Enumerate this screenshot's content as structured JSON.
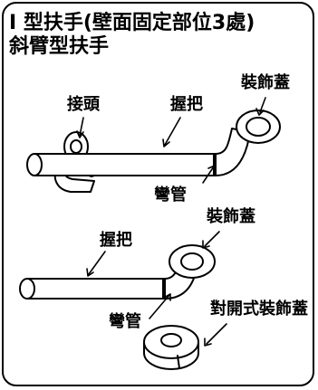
{
  "title_line1": "I 型扶手(壁面固定部位3處)",
  "title_line2": "斜臂型扶手",
  "labels": {
    "joint": "接頭",
    "grip_top": "握把",
    "cover_top": "裝飾蓋",
    "elbow_top": "彎管",
    "cover_mid": "裝飾蓋",
    "grip_bottom": "握把",
    "elbow_bottom": "彎管",
    "split_cover": "對開式裝飾蓋"
  }
}
